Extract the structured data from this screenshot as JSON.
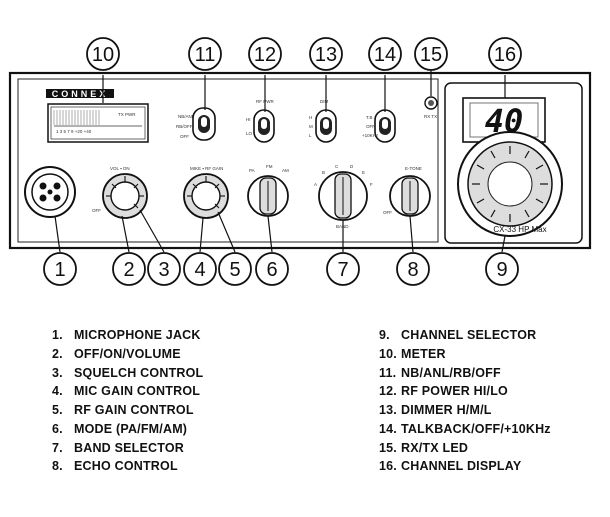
{
  "radio": {
    "brand": "CONNEX",
    "channel_display": "40",
    "model_label": "CX-33 HP Max",
    "meter_scale_top": "TX PWR",
    "meter_scale_bottom": "1 3 5 7 9 +20 +40",
    "labels": {
      "vol": "VOL ▪ ON",
      "off_vol": "OFF",
      "mike_rf": "MIKE ▪ RF GAIN",
      "pa": "PA",
      "fm": "FM",
      "am": "AM",
      "band_a": "A",
      "band_b": "B",
      "band_c": "C",
      "band_d": "D",
      "band_e": "E",
      "band_f": "F",
      "band_label": "BAND",
      "etone": "E-TONE",
      "etone_off": "OFF",
      "nbanl": "NB/ANL",
      "rbof": "RB/OFF",
      "off_switch": "OFF",
      "rfpwr": "RF PWR",
      "hi": "HI",
      "lo": "LO",
      "dim": "DIM",
      "h": "H",
      "m": "M",
      "l": "L",
      "tb": "T.B",
      "off2": "OFF",
      "khz": "+10KHz",
      "rxtx": "RX TX"
    }
  },
  "callouts": [
    "1",
    "2",
    "3",
    "4",
    "5",
    "6",
    "7",
    "8",
    "9",
    "10",
    "11",
    "12",
    "13",
    "14",
    "15",
    "16"
  ],
  "legend": {
    "left": [
      {
        "num": "1.",
        "text": "MICROPHONE JACK"
      },
      {
        "num": "2.",
        "text": "OFF/ON/VOLUME"
      },
      {
        "num": "3.",
        "text": "SQUELCH CONTROL"
      },
      {
        "num": "4.",
        "text": "MIC GAIN CONTROL"
      },
      {
        "num": "5.",
        "text": "RF GAIN CONTROL"
      },
      {
        "num": "6.",
        "text": "MODE (PA/FM/AM)"
      },
      {
        "num": "7.",
        "text": "BAND SELECTOR"
      },
      {
        "num": "8.",
        "text": "ECHO CONTROL"
      }
    ],
    "right": [
      {
        "num": "9.",
        "text": "CHANNEL SELECTOR"
      },
      {
        "num": "10.",
        "text": "METER"
      },
      {
        "num": "11.",
        "text": "NB/ANL/RB/OFF"
      },
      {
        "num": "12.",
        "text": "RF POWER HI/LO"
      },
      {
        "num": "13.",
        "text": "DIMMER H/M/L"
      },
      {
        "num": "14.",
        "text": "TALKBACK/OFF/+10KHz"
      },
      {
        "num": "15.",
        "text": "RX/TX LED"
      },
      {
        "num": "16.",
        "text": "CHANNEL DISPLAY"
      }
    ]
  }
}
